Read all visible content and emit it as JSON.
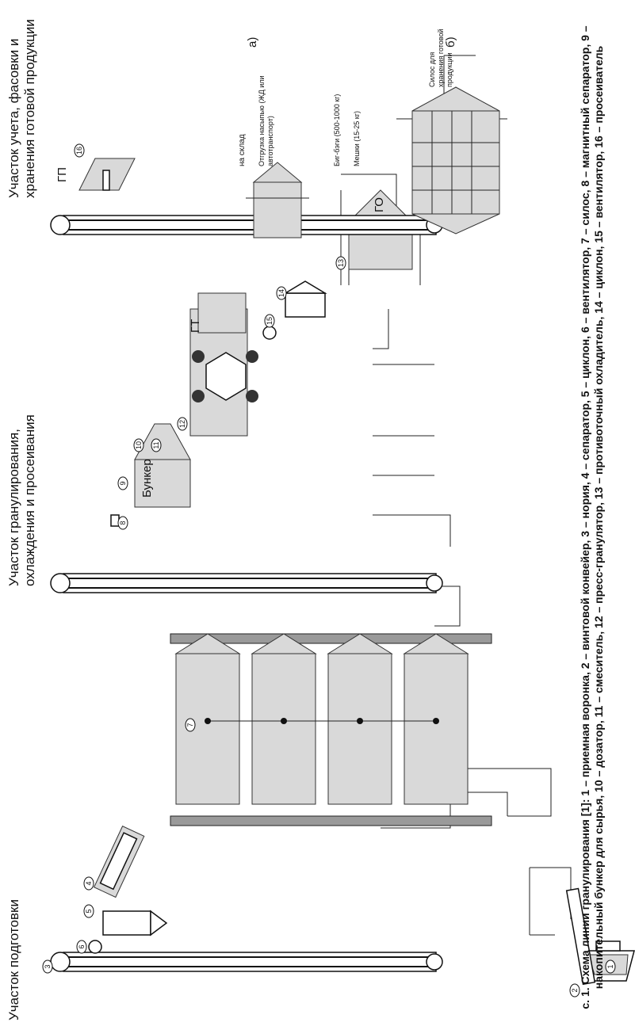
{
  "sections": {
    "preparation": "Участок подготовки",
    "granulation": "Участок гранулирования, охлаждения и просеивания",
    "storage": "Участок учета, фасовки и хранения готовой продукции"
  },
  "node_numbers": [
    "1",
    "2",
    "3",
    "4",
    "5",
    "6",
    "7",
    "8",
    "9",
    "10",
    "11",
    "12",
    "13",
    "14",
    "15",
    "16"
  ],
  "equipment_labels": {
    "bunker": "Бункер",
    "gt": "ГТ",
    "go": "ГО",
    "gp": "ГП"
  },
  "storage_labels": {
    "to_warehouse": "на склад",
    "bulk_shipment": "Отгрузка насыпью (ЖД или автотранспорт)",
    "big_bags": "Биг-бэги (500-1000 кг)",
    "sacks": "Мешки (15-25 кг)",
    "silo_storage": "Силос для хранения готовой продукции",
    "variant_a": "а)",
    "variant_b": "б)"
  },
  "caption": "с. 1. Схема линии гранулирования [1]: 1 – приемная воронка, 2 – винтовой конвейер, 3 – нория, 4 – сепаратор, 5 – циклон, 6 – вентилятор, 7 – силос, 8 – магнитный сепаратор, 9 – накопительный бункер для сырья, 10 – дозатор, 11 – смеситель, 12 – пресс-гранулятор, 13 – противоточный охладитель, 14 – циклон, 15 – вентилятор, 16 – просеиватель"
}
